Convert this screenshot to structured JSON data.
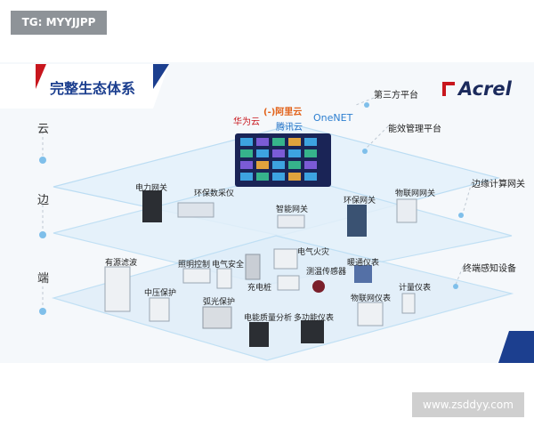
{
  "watermarks": {
    "top": "TG: MYYJJPP",
    "bottom": "www.zsddyy.com"
  },
  "title": "完整生态体系",
  "brand": "Acrel",
  "layers": {
    "cloud": "云",
    "edge": "边",
    "end": "端"
  },
  "cloud_logos": {
    "huawei": "华为云",
    "aliyun": "(-)阿里云",
    "tencent": "腾讯云",
    "onenet": "OneNET"
  },
  "right_labels": {
    "third_party": "第三方平台",
    "energy_platform": "能效管理平台",
    "edge_gateway": "边缘计算网关",
    "terminal": "终端感知设备"
  },
  "edge_devices": {
    "power_gateway": "电力网关",
    "env_collector": "环保数采仪",
    "smart_gateway": "智能网关",
    "env_gateway": "环保网关",
    "iot_gateway": "物联网网关"
  },
  "end_devices": {
    "active_filter": "有源滤波",
    "lighting": "照明控制",
    "electric_safety": "电气安全",
    "electric_fire": "电气火灾",
    "temp_sensor": "测温传感器",
    "hvac_meter": "暖通仪表",
    "mv_protection": "中压保护",
    "charging_pile": "充电桩",
    "arc_protection": "弧光保护",
    "metering": "计量仪表",
    "iot_meter": "物联网仪表",
    "power_quality": "电能质量分析",
    "multi_meter": "多功能仪表"
  },
  "colors": {
    "title": "#1c3f8f",
    "accent_red": "#c8161d",
    "layer_fill": "#e6f2fb",
    "layer_edge": "#b9dcf3",
    "dashed": "#bfc9d3"
  }
}
